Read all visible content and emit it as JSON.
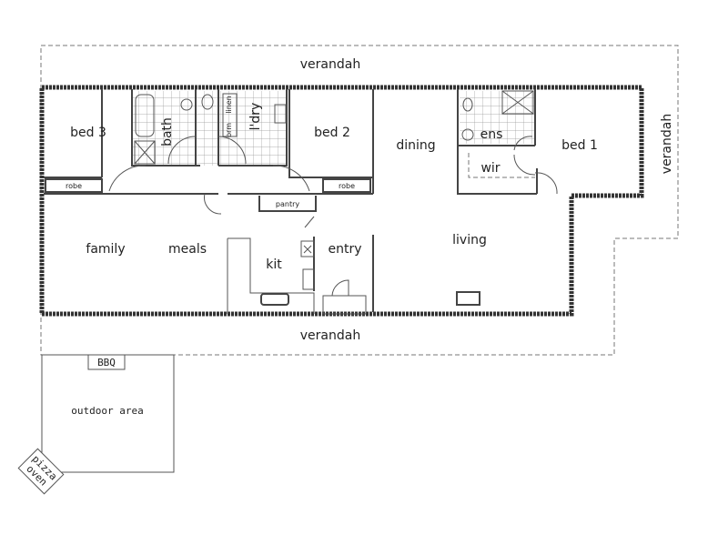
{
  "plan": {
    "rooms": {
      "verandah_top": "verandah",
      "verandah_right": "verandah",
      "verandah_bottom": "verandah",
      "bed3": "bed 3",
      "bath": "bath",
      "linen": "linen",
      "broom": "brm",
      "laundry": "l'dry",
      "bed2": "bed 2",
      "dining": "dining",
      "ensuite": "ens",
      "wir": "wir",
      "bed1": "bed 1",
      "robe_left": "robe",
      "robe_right": "robe",
      "pantry": "pantry",
      "family": "family",
      "meals": "meals",
      "kitchen": "kit",
      "entry": "entry",
      "living": "living"
    },
    "outdoor": {
      "bbq": "BBQ",
      "area": "outdoor area",
      "pizza_line1": "pizza",
      "pizza_line2": "oven"
    }
  }
}
